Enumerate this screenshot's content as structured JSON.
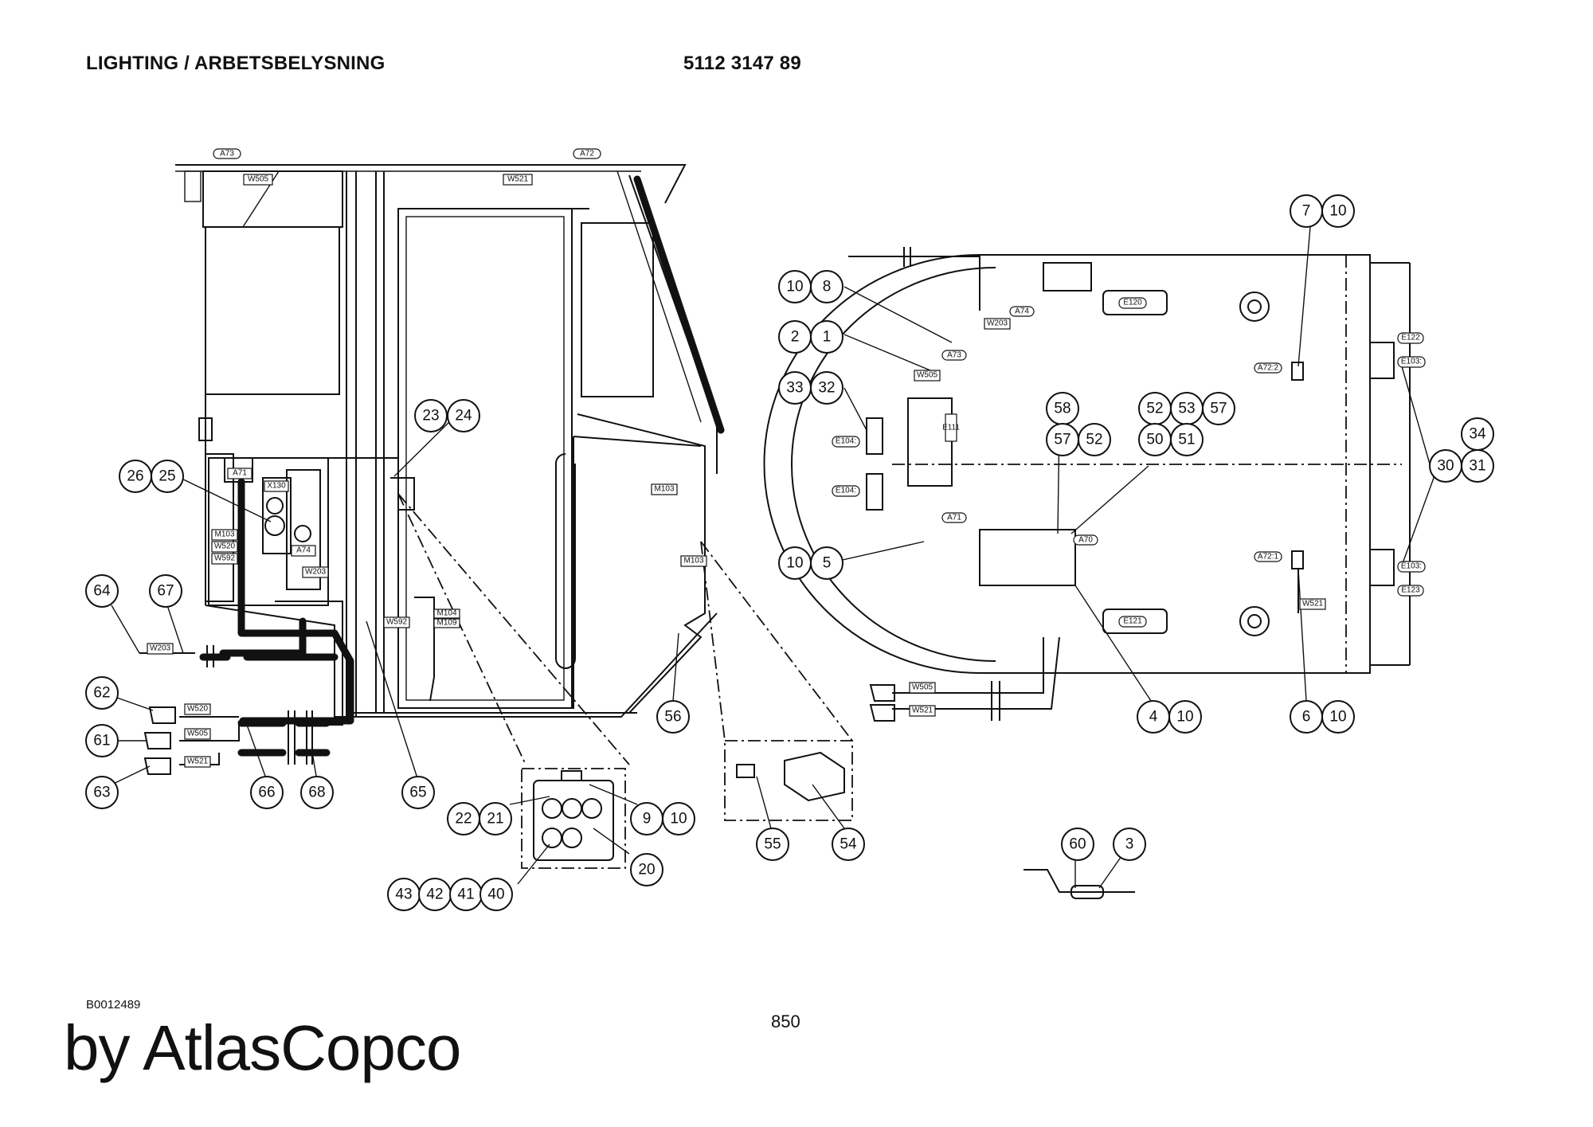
{
  "header": {
    "title": "LIGHTING / ARBETSBELYSNING",
    "part_number": "5112 3147 89"
  },
  "footer": {
    "doc_id": "B0012489",
    "page_number": "850",
    "brand": "by AtlasCopco"
  },
  "callouts": [
    {
      "id": "c23",
      "text": "23"
    },
    {
      "id": "c24",
      "text": "24"
    },
    {
      "id": "c26",
      "text": "26"
    },
    {
      "id": "c25",
      "text": "25"
    },
    {
      "id": "c64",
      "text": "64"
    },
    {
      "id": "c67",
      "text": "67"
    },
    {
      "id": "c62",
      "text": "62"
    },
    {
      "id": "c61",
      "text": "61"
    },
    {
      "id": "c63",
      "text": "63"
    },
    {
      "id": "c66",
      "text": "66"
    },
    {
      "id": "c68",
      "text": "68"
    },
    {
      "id": "c65",
      "text": "65"
    },
    {
      "id": "c56",
      "text": "56"
    },
    {
      "id": "c22",
      "text": "22"
    },
    {
      "id": "c21",
      "text": "21"
    },
    {
      "id": "c9",
      "text": "9"
    },
    {
      "id": "c10a",
      "text": "10"
    },
    {
      "id": "c20",
      "text": "20"
    },
    {
      "id": "c43",
      "text": "43"
    },
    {
      "id": "c42",
      "text": "42"
    },
    {
      "id": "c41",
      "text": "41"
    },
    {
      "id": "c40",
      "text": "40"
    },
    {
      "id": "c55",
      "text": "55"
    },
    {
      "id": "c54",
      "text": "54"
    },
    {
      "id": "c60",
      "text": "60"
    },
    {
      "id": "c3",
      "text": "3"
    },
    {
      "id": "c7",
      "text": "7"
    },
    {
      "id": "c10b",
      "text": "10"
    },
    {
      "id": "c10c",
      "text": "10"
    },
    {
      "id": "c8",
      "text": "8"
    },
    {
      "id": "c2",
      "text": "2"
    },
    {
      "id": "c1",
      "text": "1"
    },
    {
      "id": "c33",
      "text": "33"
    },
    {
      "id": "c32",
      "text": "32"
    },
    {
      "id": "c58",
      "text": "58"
    },
    {
      "id": "c52a",
      "text": "52"
    },
    {
      "id": "c53",
      "text": "53"
    },
    {
      "id": "c57a",
      "text": "57"
    },
    {
      "id": "c57b",
      "text": "57"
    },
    {
      "id": "c52b",
      "text": "52"
    },
    {
      "id": "c50",
      "text": "50"
    },
    {
      "id": "c51",
      "text": "51"
    },
    {
      "id": "c34",
      "text": "34"
    },
    {
      "id": "c30",
      "text": "30"
    },
    {
      "id": "c31",
      "text": "31"
    },
    {
      "id": "c10d",
      "text": "10"
    },
    {
      "id": "c5",
      "text": "5"
    },
    {
      "id": "c4",
      "text": "4"
    },
    {
      "id": "c10e",
      "text": "10"
    },
    {
      "id": "c6",
      "text": "6"
    },
    {
      "id": "c10f",
      "text": "10"
    }
  ],
  "labels": [
    {
      "id": "t_a73a",
      "text": "A73"
    },
    {
      "id": "t_a72a",
      "text": "A72"
    },
    {
      "id": "t_w505a",
      "text": "W505"
    },
    {
      "id": "t_w521a",
      "text": "W521"
    },
    {
      "id": "t_a71a",
      "text": "A71"
    },
    {
      "id": "t_x130",
      "text": "X130"
    },
    {
      "id": "t_m103a",
      "text": "M103"
    },
    {
      "id": "t_w520a",
      "text": "W520"
    },
    {
      "id": "t_w592a",
      "text": "W592"
    },
    {
      "id": "t_a74a",
      "text": "A74"
    },
    {
      "id": "t_w203a",
      "text": "W203"
    },
    {
      "id": "t_w592b",
      "text": "W592"
    },
    {
      "id": "t_m104",
      "text": "M104"
    },
    {
      "id": "t_m109",
      "text": "M109"
    },
    {
      "id": "t_m103b",
      "text": "M103"
    },
    {
      "id": "t_m103c",
      "text": "M103"
    },
    {
      "id": "t_w203b",
      "text": "W203"
    },
    {
      "id": "t_w520b",
      "text": "W520"
    },
    {
      "id": "t_w505b",
      "text": "W505"
    },
    {
      "id": "t_w521b",
      "text": "W521"
    },
    {
      "id": "t_a74b",
      "text": "A74"
    },
    {
      "id": "t_w203c",
      "text": "W203"
    },
    {
      "id": "t_e120",
      "text": "E120"
    },
    {
      "id": "t_a73b",
      "text": "A73"
    },
    {
      "id": "t_w505c",
      "text": "W505"
    },
    {
      "id": "t_e111",
      "text": "E111"
    },
    {
      "id": "t_e104a",
      "text": "E104:"
    },
    {
      "id": "t_e104b",
      "text": "E104:"
    },
    {
      "id": "t_a71b",
      "text": "A71"
    },
    {
      "id": "t_a722",
      "text": "A72:2"
    },
    {
      "id": "t_a721",
      "text": "A72:1"
    },
    {
      "id": "t_e122",
      "text": "E122"
    },
    {
      "id": "t_e103a",
      "text": "E103:"
    },
    {
      "id": "t_e103b",
      "text": "E103:"
    },
    {
      "id": "t_e123",
      "text": "E123"
    },
    {
      "id": "t_a70",
      "text": "A70"
    },
    {
      "id": "t_w521c",
      "text": "W521"
    },
    {
      "id": "t_e121",
      "text": "E121"
    },
    {
      "id": "t_w505d",
      "text": "W505"
    },
    {
      "id": "t_w521d",
      "text": "W521"
    }
  ]
}
